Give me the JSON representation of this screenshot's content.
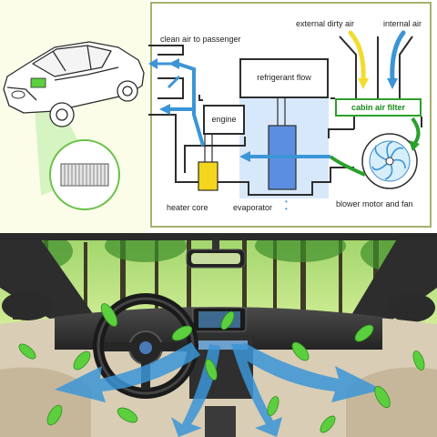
{
  "diagram": {
    "labels": {
      "clean_air": "clean air to passenger",
      "external_air": "external dirty air",
      "internal_air": "internal air",
      "refrigerant_flow": "refrigerant flow",
      "engine": "engine",
      "cabin_air_filter": "cabin air filter",
      "heater_core": "heater core",
      "evaporator": "evaporator",
      "blower": "blower motor and fan"
    },
    "colors": {
      "frame": "#a7b16a",
      "duct": "#2d2d2d",
      "dirty_air": "#f2dc2f",
      "clean_air": "#3b95d6",
      "filter_green": "#2aa02c",
      "heater_core": "#f4d61c",
      "evaporator": "#5b8ee0",
      "panel_bg": "#fbfde8"
    }
  },
  "car_illustration": {
    "icons": [
      "car-outline-icon",
      "cabin-filter-icon"
    ]
  },
  "interior_photo": {
    "icons": [
      "windshield-forest-icon",
      "steering-wheel-icon",
      "air-flow-arrow-icon",
      "leaf-icon"
    ]
  }
}
